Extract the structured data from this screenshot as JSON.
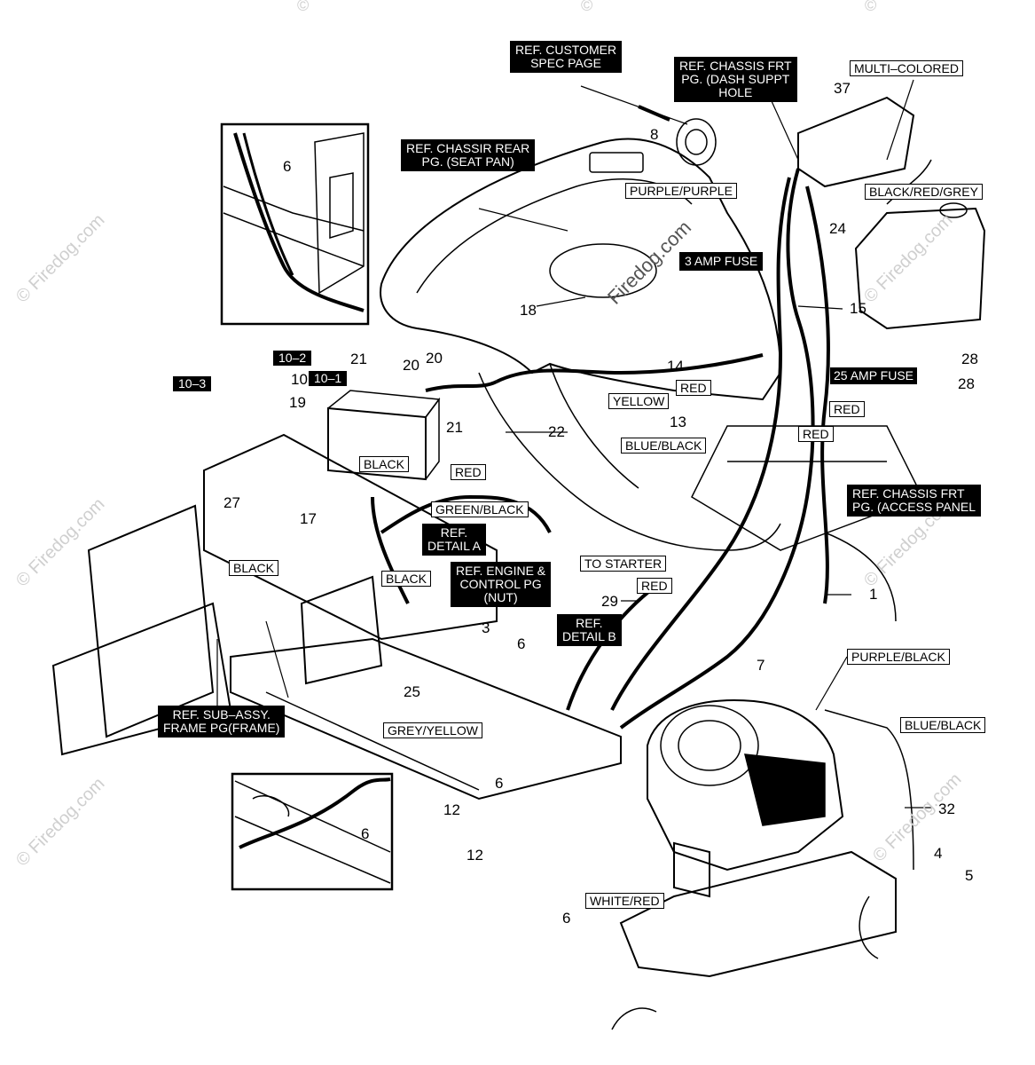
{
  "diagram": {
    "white_labels": {
      "multi_colored": "MULTI–COLORED",
      "purple_purple": "PURPLE/PURPLE",
      "black_red_grey": "BLACK/RED/GREY",
      "red_1": "RED",
      "yellow": "YELLOW",
      "blue_black_1": "BLUE/BLACK",
      "red_2": "RED",
      "red_3": "RED",
      "black_1": "BLACK",
      "red_4": "RED",
      "green_black": "GREEN/BLACK",
      "black_2": "BLACK",
      "black_3": "BLACK",
      "to_starter": "TO STARTER",
      "red_5": "RED",
      "purple_black": "PURPLE/BLACK",
      "blue_black_2": "BLUE/BLACK",
      "grey_yellow": "GREY/YELLOW",
      "white_red": "WHITE/RED"
    },
    "black_labels": {
      "ref_customer": "REF. CUSTOMER\nSPEC PAGE",
      "ref_chassis_frt_dash": "REF. CHASSIS FRT\nPG. (DASH SUPPT\nHOLE",
      "ref_chassis_rear": "REF. CHASSIR REAR\nPG. (SEAT PAN)",
      "amp3": "3 AMP FUSE",
      "amp25": "25 AMP FUSE",
      "ref_chassis_frt_access": "REF. CHASSIS FRT\nPG. (ACCESS PANEL",
      "ref_detail_a": "REF.\nDETAIL A",
      "ref_engine": "REF. ENGINE &\nCONTROL PG\n(NUT)",
      "ref_detail_b": "REF.\nDETAIL B",
      "ref_sub_assy": "REF. SUB–ASSY.\nFRAME PG(FRAME)",
      "l10_2": "10–2",
      "l10_1": "10–1",
      "l10_3": "10–3"
    },
    "numbers": {
      "n37": "37",
      "n8": "8",
      "n6a": "6",
      "n24": "24",
      "n18": "18",
      "n15": "15",
      "n20a": "20",
      "n20b": "20",
      "n21a": "21",
      "n21b": "21",
      "n10": "10",
      "n19": "19",
      "n14": "14",
      "n13": "13",
      "n22": "22",
      "n28a": "28",
      "n28b": "28",
      "n17": "17",
      "n27": "27",
      "n1": "1",
      "n29": "29",
      "n3": "3",
      "n6b": "6",
      "n25": "25",
      "n7": "7",
      "n6c": "6",
      "n12a": "12",
      "n12b": "12",
      "n6d": "6",
      "n6e": "6",
      "n32": "32",
      "n4": "4",
      "n5": "5"
    },
    "watermark": "© Firedog.com",
    "watermark_diagonal": "Firedog.com"
  }
}
